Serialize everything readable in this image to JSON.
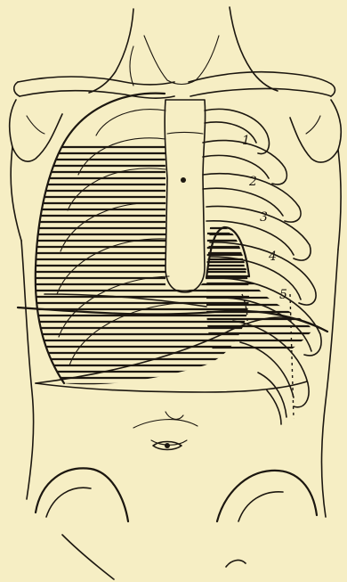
{
  "figure": {
    "background_color": "#f6eec4",
    "ink_color": "#1c1710",
    "rib_numbers": [
      "1",
      "2",
      "3",
      "4",
      "5"
    ]
  }
}
